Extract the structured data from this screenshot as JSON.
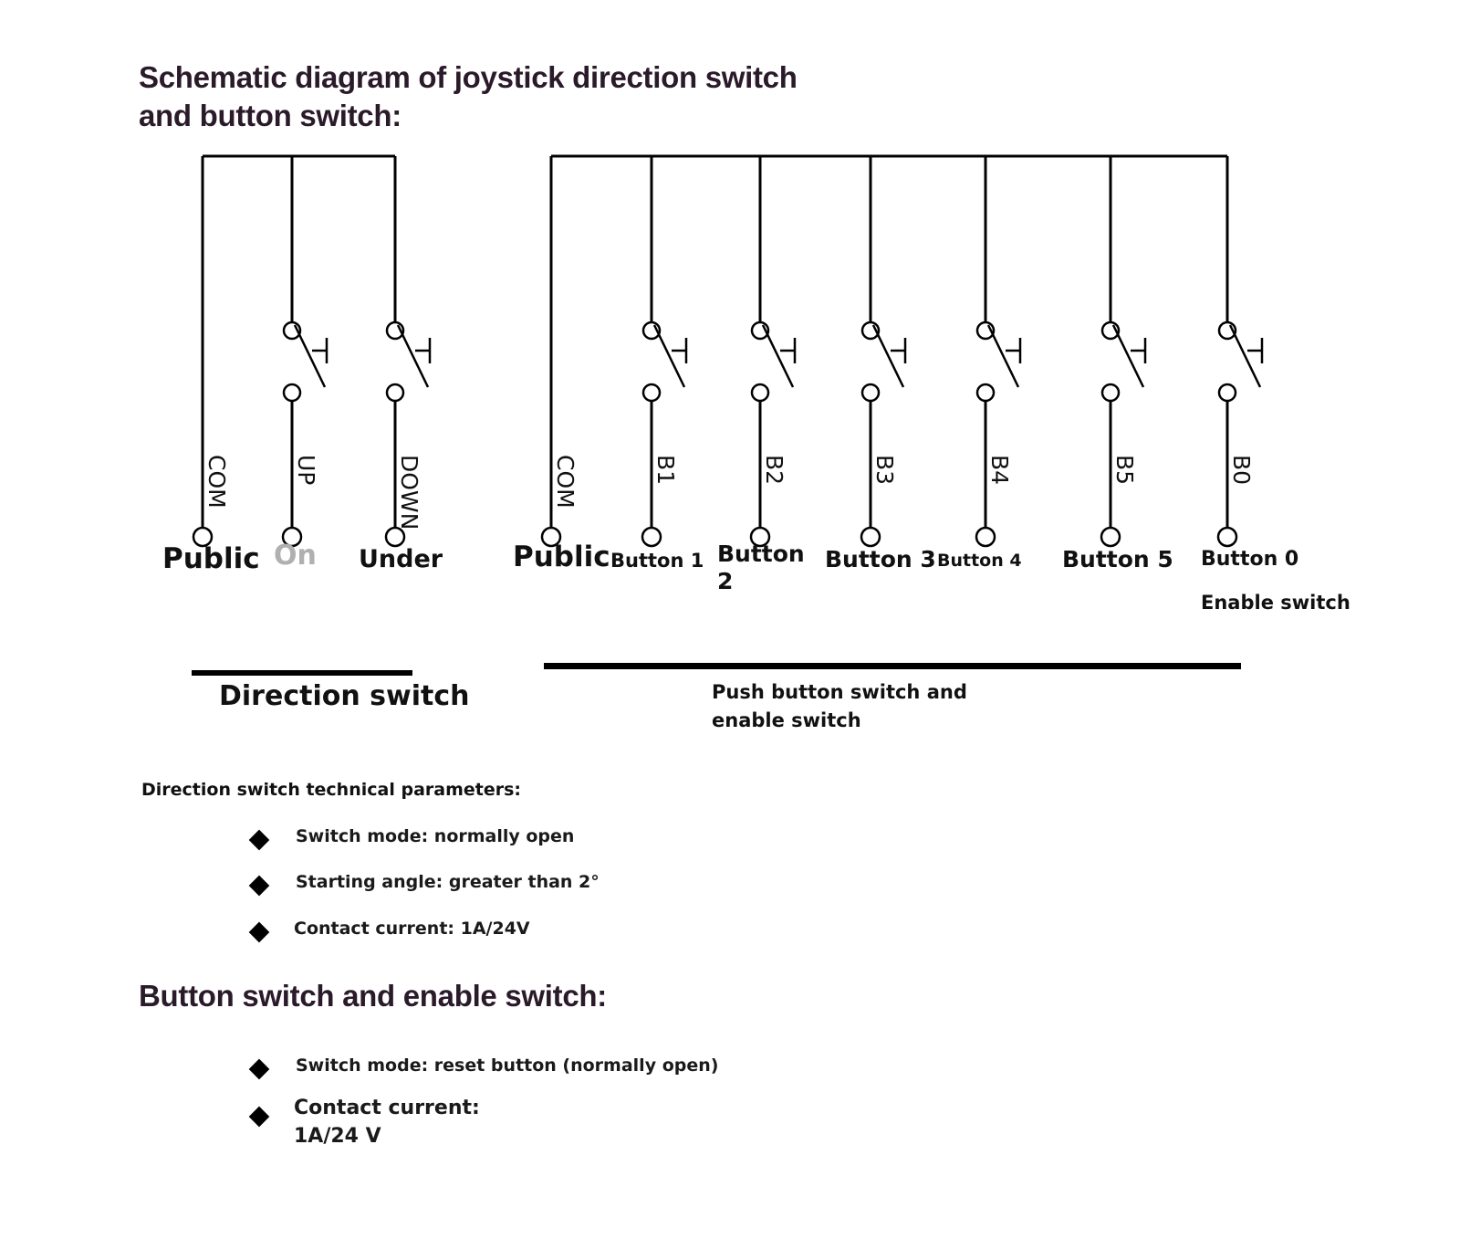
{
  "title": "Schematic diagram of joystick direction switch and button switch:",
  "direction_group": {
    "wire_labels": [
      "COM",
      "UP",
      "DOWN"
    ],
    "terminal_labels": [
      "Public",
      "On",
      "Under"
    ],
    "caption": "Direction switch"
  },
  "button_group": {
    "wire_labels": [
      "COM",
      "B1",
      "B2",
      "B3",
      "B4",
      "B5",
      "B0"
    ],
    "terminal_labels": [
      "Public",
      "Button 1",
      "Button 2",
      "Button 3",
      "Button 4",
      "Button 5",
      "Button 0"
    ],
    "extra_label": "Enable switch",
    "caption": "Push button switch and enable switch"
  },
  "direction_params": {
    "heading": "Direction switch technical parameters:",
    "items": [
      "Switch mode: normally open",
      "Starting angle: greater than 2°",
      "Contact current: 1A/24V"
    ]
  },
  "button_params": {
    "heading": "Button switch and enable switch:",
    "items": [
      "Switch mode: reset button (normally open)",
      "Contact current: 1A/24 V"
    ]
  },
  "colors": {
    "line": "#000000",
    "faded_label": "#b0b0b0",
    "title": "#2a1a2a"
  }
}
